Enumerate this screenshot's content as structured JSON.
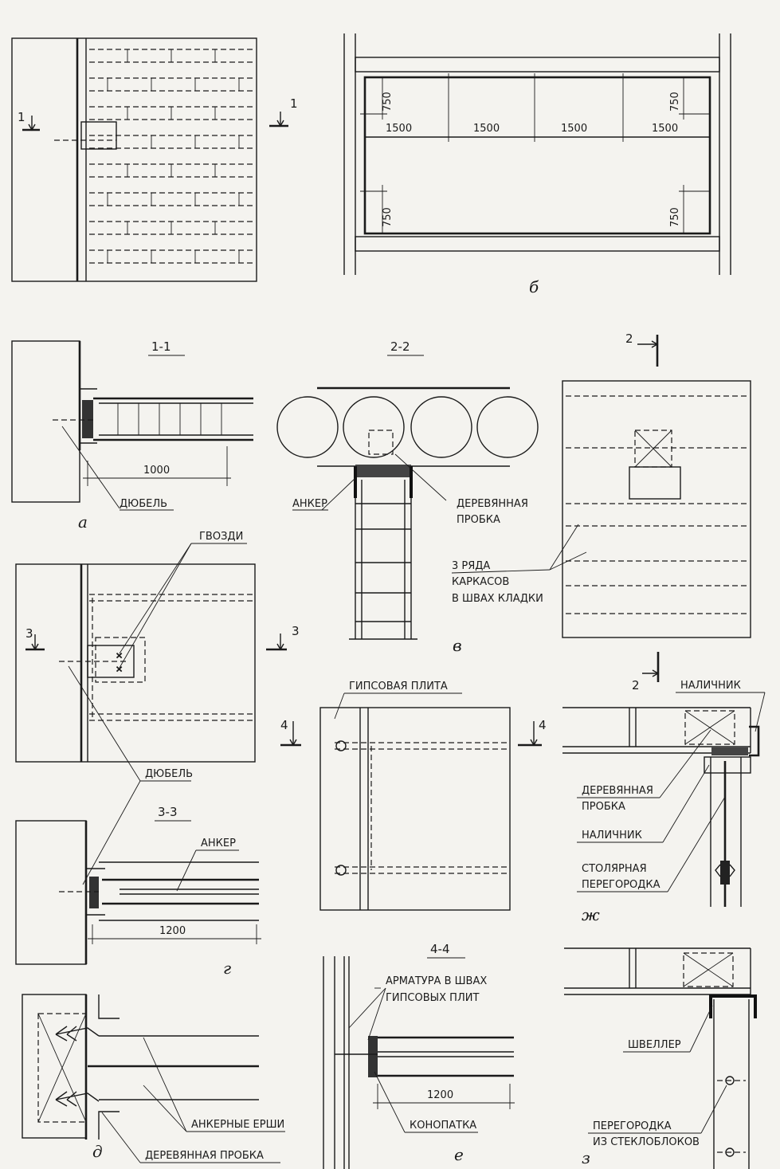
{
  "panels": {
    "a": {
      "letter": "а",
      "section": "1-1",
      "cut_mark": "1",
      "dimension": "1000",
      "labels": {
        "dowel": "ДЮБЕЛЬ"
      }
    },
    "b": {
      "letter": "б",
      "dimensions": {
        "width_step": "1500",
        "height_step": "750"
      }
    },
    "v": {
      "letter": "в",
      "section": "2-2",
      "cut_mark": "2",
      "labels": {
        "anchor": "АНКЕР",
        "wood_plug_1": "ДЕРЕВЯННАЯ",
        "wood_plug_2": "ПРОБКА",
        "frames_1": "3 РЯДА",
        "frames_2": "КАРКАСОВ",
        "frames_3": "В ШВАХ КЛАДКИ"
      }
    },
    "g": {
      "letter": "г",
      "section": "3-3",
      "cut_mark": "3",
      "dimension": "1200",
      "labels": {
        "nails": "ГВОЗДИ",
        "dowel": "ДЮБЕЛЬ",
        "anchor": "АНКЕР"
      }
    },
    "d": {
      "letter": "д",
      "labels": {
        "anchor_ruffs": "АНКЕРНЫЕ ЕРШИ",
        "wood_plug": "ДЕРЕВЯННАЯ ПРОБКА"
      }
    },
    "e": {
      "letter": "е",
      "section": "4-4",
      "cut_mark": "4",
      "dimension": "1200",
      "labels": {
        "gypsum_plate": "ГИПСОВАЯ ПЛИТА",
        "rebar_1": "АРМАТУРА В ШВАХ",
        "rebar_2": "ГИПСОВЫХ ПЛИТ",
        "caulking": "КОНОПАТКА"
      }
    },
    "zh": {
      "letter": "ж",
      "labels": {
        "casing_top": "НАЛИЧНИК",
        "wood_plug_1": "ДЕРЕВЯННАЯ",
        "wood_plug_2": "ПРОБКА",
        "casing": "НАЛИЧНИК",
        "joinery_1": "СТОЛЯРНАЯ",
        "joinery_2": "ПЕРЕГОРОДКА"
      }
    },
    "z": {
      "letter": "з",
      "labels": {
        "channel": "ШВЕЛЛЕР",
        "glass_1": "ПЕРЕГОРОДКА",
        "glass_2": "ИЗ СТЕКЛОБЛОКОВ"
      }
    }
  }
}
